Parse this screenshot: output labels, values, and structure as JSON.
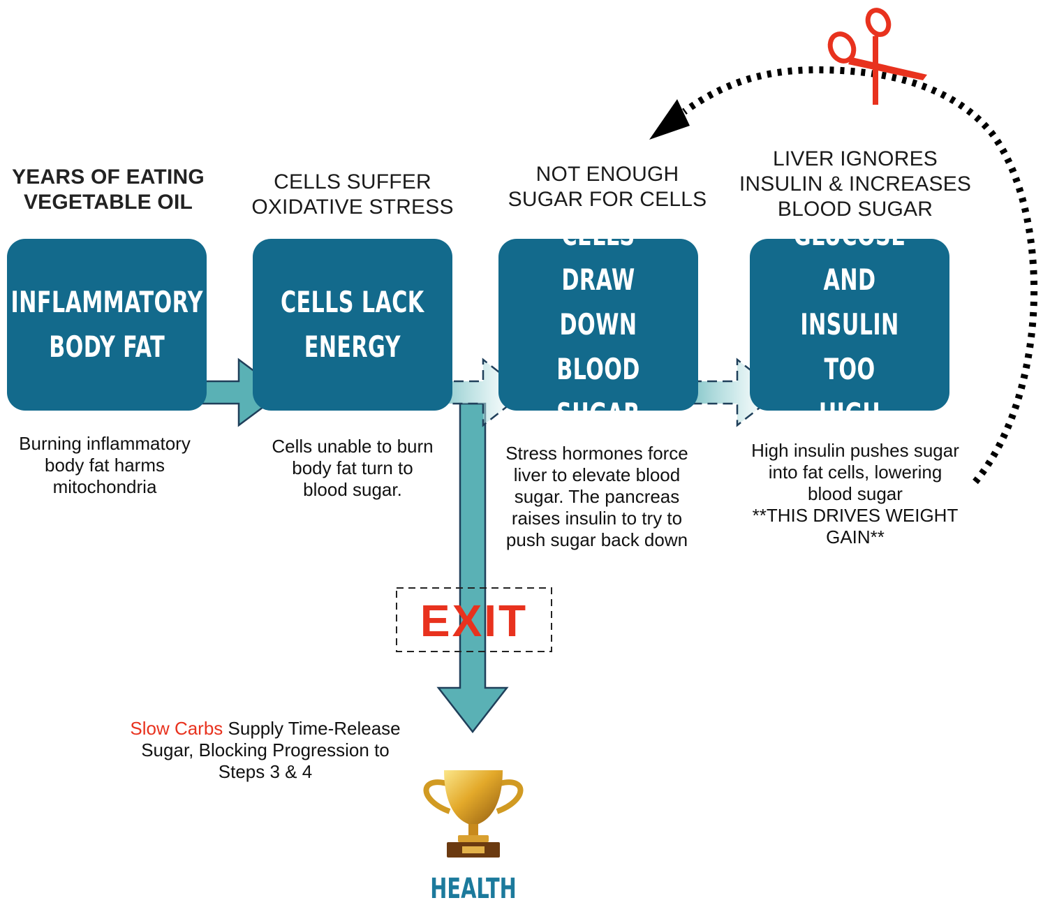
{
  "colors": {
    "box": "#136A8C",
    "arrow": "#5AB1B5",
    "accent_red": "#E8321E",
    "health": "#1C7A9C"
  },
  "steps": [
    {
      "caption": "YEARS OF EATING\nVEGETABLE OIL",
      "title": "INFLAMMATORY\nBODY FAT",
      "desc": "Burning inflammatory\nbody fat harms\nmitochondria"
    },
    {
      "caption": "CELLS SUFFER\nOXIDATIVE STRESS",
      "title": "CELLS LACK\nENERGY",
      "desc": "Cells unable to burn\nbody fat turn to\nblood sugar."
    },
    {
      "caption": "NOT ENOUGH\nSUGAR FOR CELLS",
      "title": "CELLS DRAW\nDOWN BLOOD\nSUGAR",
      "desc": "Stress hormones force\nliver to elevate blood\nsugar. The pancreas\nraises insulin to try to\npush sugar back down"
    },
    {
      "caption": "LIVER IGNORES\nINSULIN & INCREASES\nBLOOD SUGAR",
      "title": "GLUCOSE AND\nINSULIN TOO\nHIGH",
      "desc": "High insulin pushes sugar\ninto fat cells, lowering\nblood sugar\n**THIS DRIVES WEIGHT\nGAIN**"
    }
  ],
  "exit": {
    "label": "EXIT"
  },
  "slow_carbs": {
    "highlight": "Slow Carbs",
    "rest": " Supply Time-Release\nSugar, Blocking Progression to\nSteps 3 & 4"
  },
  "health": {
    "label": "HEALTH"
  },
  "icons": {
    "scissors": "scissors-icon",
    "trophy": "trophy-icon"
  }
}
